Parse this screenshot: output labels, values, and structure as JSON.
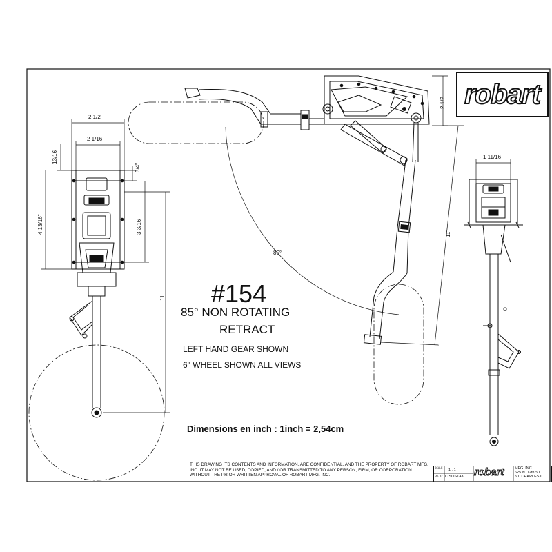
{
  "brand": {
    "logo_text": "robart",
    "titleblock_logo_text": "robart",
    "address_lines": [
      "MFG. INC.",
      "625 N. 12th ST.",
      "ST. CHARLES IL."
    ]
  },
  "title": {
    "part_number": "#154",
    "line1": "85° NON ROTATING",
    "line2": "RETRACT"
  },
  "notes": {
    "gear_side": "LEFT HAND GEAR SHOWN",
    "wheel": "6\" WHEEL SHOWN ALL VIEWS"
  },
  "dimensions_note": "Dimensions en inch : 1inch = 2,54cm",
  "confidentiality": "THIS DRAWING ITS CONTENTS AND INFORMATION, ARE CONFIDENTIAL, AND THE PROPERTY OF ROBART MFG. INC. IT MAY NOT BE USED, COPIED, AND / OR TRANSMITTED TO ANY PERSON, FIRM, OR CORPORATION WITHOUT THE PRIOR WRITTEN APPROVAL OF ROBART MFG. INC.",
  "title_block": {
    "scale_label": "SCALE",
    "scale": "1 : 1",
    "drawn_label": "DR. BY",
    "drawn_by": "C.SOSTAK"
  },
  "front_view_dims": {
    "width_outer": "2 1/2",
    "width_inner": "2 1/16",
    "top_offset": "13/16",
    "height_total": "4 13/16\"",
    "mount_offset": "3/4\"",
    "mount_spacing": "3 3/16",
    "length": "11"
  },
  "side_view_dims": {
    "height": "2 1/2",
    "length": "11\"",
    "angle": "85°"
  },
  "end_view_dims": {
    "width": "1 11/16"
  }
}
